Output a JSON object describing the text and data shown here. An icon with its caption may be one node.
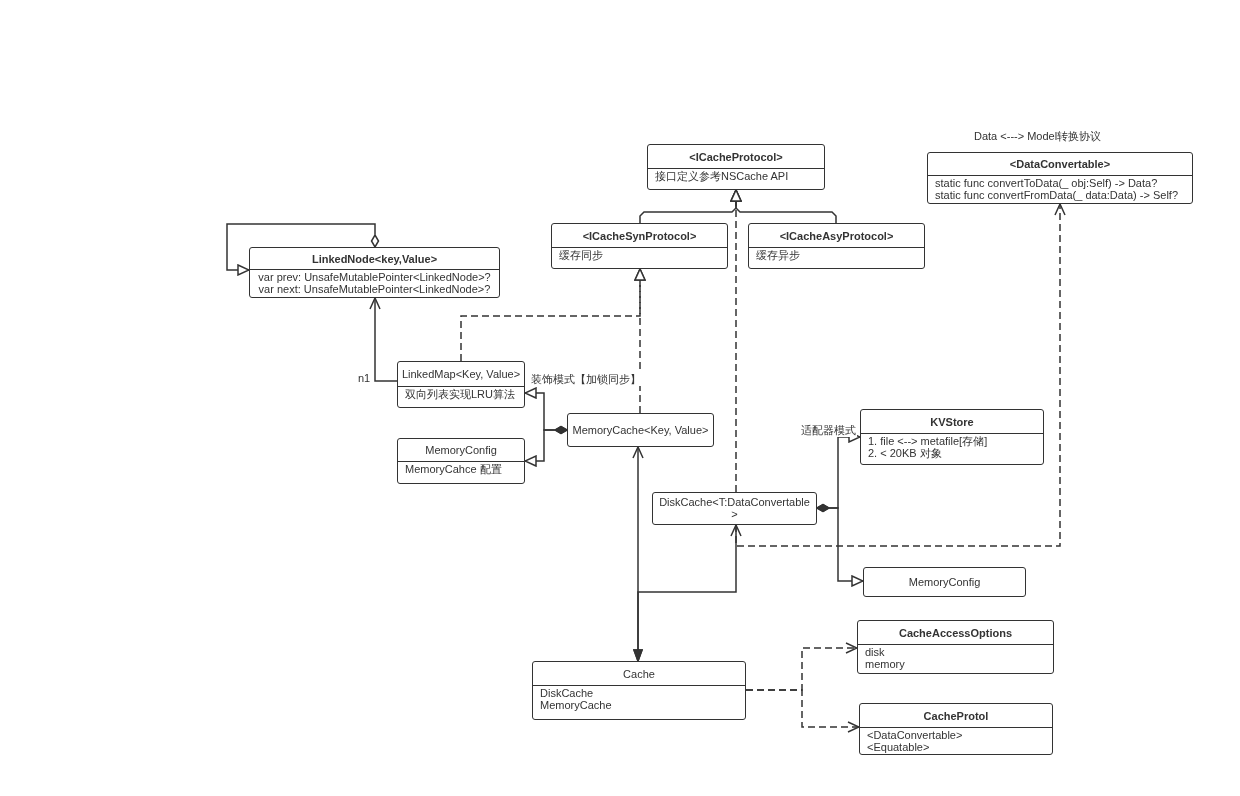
{
  "diagram": {
    "nodes": [
      {
        "text": [
          "<ICacheProtocol>",
          "接口定义参考NSCache API"
        ]
      },
      {
        "text": [
          "<DataConvertable>",
          "static func convertToData(_ obj:Self) -> Data?",
          "static func convertFromData(_ data:Data) -> Self?"
        ],
        "beside": [
          "Data <---> Model转换协议"
        ]
      },
      {
        "text": [
          "<ICacheSynProtocol>",
          "缓存同步"
        ]
      },
      {
        "text": [
          "<ICacheAsyProtocol>",
          "缓存异步"
        ]
      },
      {
        "text": [
          "LinkedNode<key,Value>",
          "var prev: UnsafeMutablePointer<LinkedNode>?",
          "var next: UnsafeMutablePointer<LinkedNode>?"
        ]
      },
      {
        "text": [
          "LinkedMap<Key, Value>",
          "双向列表实现LRU算法"
        ]
      },
      {
        "text": [
          "MemoryConfig",
          "MemoryCahce 配置"
        ]
      },
      {
        "text": [
          "MemoryCache<Key, Value>"
        ]
      },
      {
        "text": [
          "KVStore",
          "1. file <--> metafile[存储]",
          "2. < 20KB 对象"
        ]
      },
      {
        "text": [
          "DiskCache<T:DataConvertable>"
        ]
      },
      {
        "text": [
          "MemoryConfig"
        ]
      },
      {
        "text": [
          "Cache",
          "DiskCache",
          "MemoryCache"
        ]
      },
      {
        "text": [
          "CacheAccessOptions",
          "disk",
          "memory"
        ]
      },
      {
        "text": [
          "CacheProtol",
          "<DataConvertable>",
          "<Equatable>"
        ]
      }
    ],
    "edges": [
      {
        "from": 2,
        "to": 0,
        "arrow": "to"
      },
      {
        "from": 3,
        "to": 0,
        "arrow": "to"
      },
      {
        "from": 4,
        "to": 4,
        "arrow": "to"
      },
      {
        "from": 5,
        "to": 4,
        "arrow": "to",
        "label": "n1"
      },
      {
        "from": 5,
        "to": 2,
        "arrow": "to",
        "style": "dashed"
      },
      {
        "from": 7,
        "to": 2,
        "arrow": "to",
        "style": "dashed"
      },
      {
        "from": 7,
        "to": 5,
        "arrow": "to",
        "label": "装饰模式【加锁同步】"
      },
      {
        "from": 7,
        "to": 6,
        "arrow": "to"
      },
      {
        "from": 9,
        "to": 0,
        "arrow": "to",
        "style": "dashed"
      },
      {
        "from": 9,
        "to": 8,
        "arrow": "to",
        "label": "适配器模式"
      },
      {
        "from": 9,
        "to": 10,
        "arrow": "to"
      },
      {
        "from": 9,
        "to": 1,
        "arrow": "to",
        "style": "dashed"
      },
      {
        "from": 11,
        "to": 7,
        "arrow": "both"
      },
      {
        "from": 11,
        "to": 9,
        "arrow": "both"
      },
      {
        "from": 11,
        "to": 12,
        "arrow": "to",
        "style": "dashed"
      },
      {
        "from": 11,
        "to": 13,
        "arrow": "to",
        "style": "dashed"
      }
    ]
  }
}
